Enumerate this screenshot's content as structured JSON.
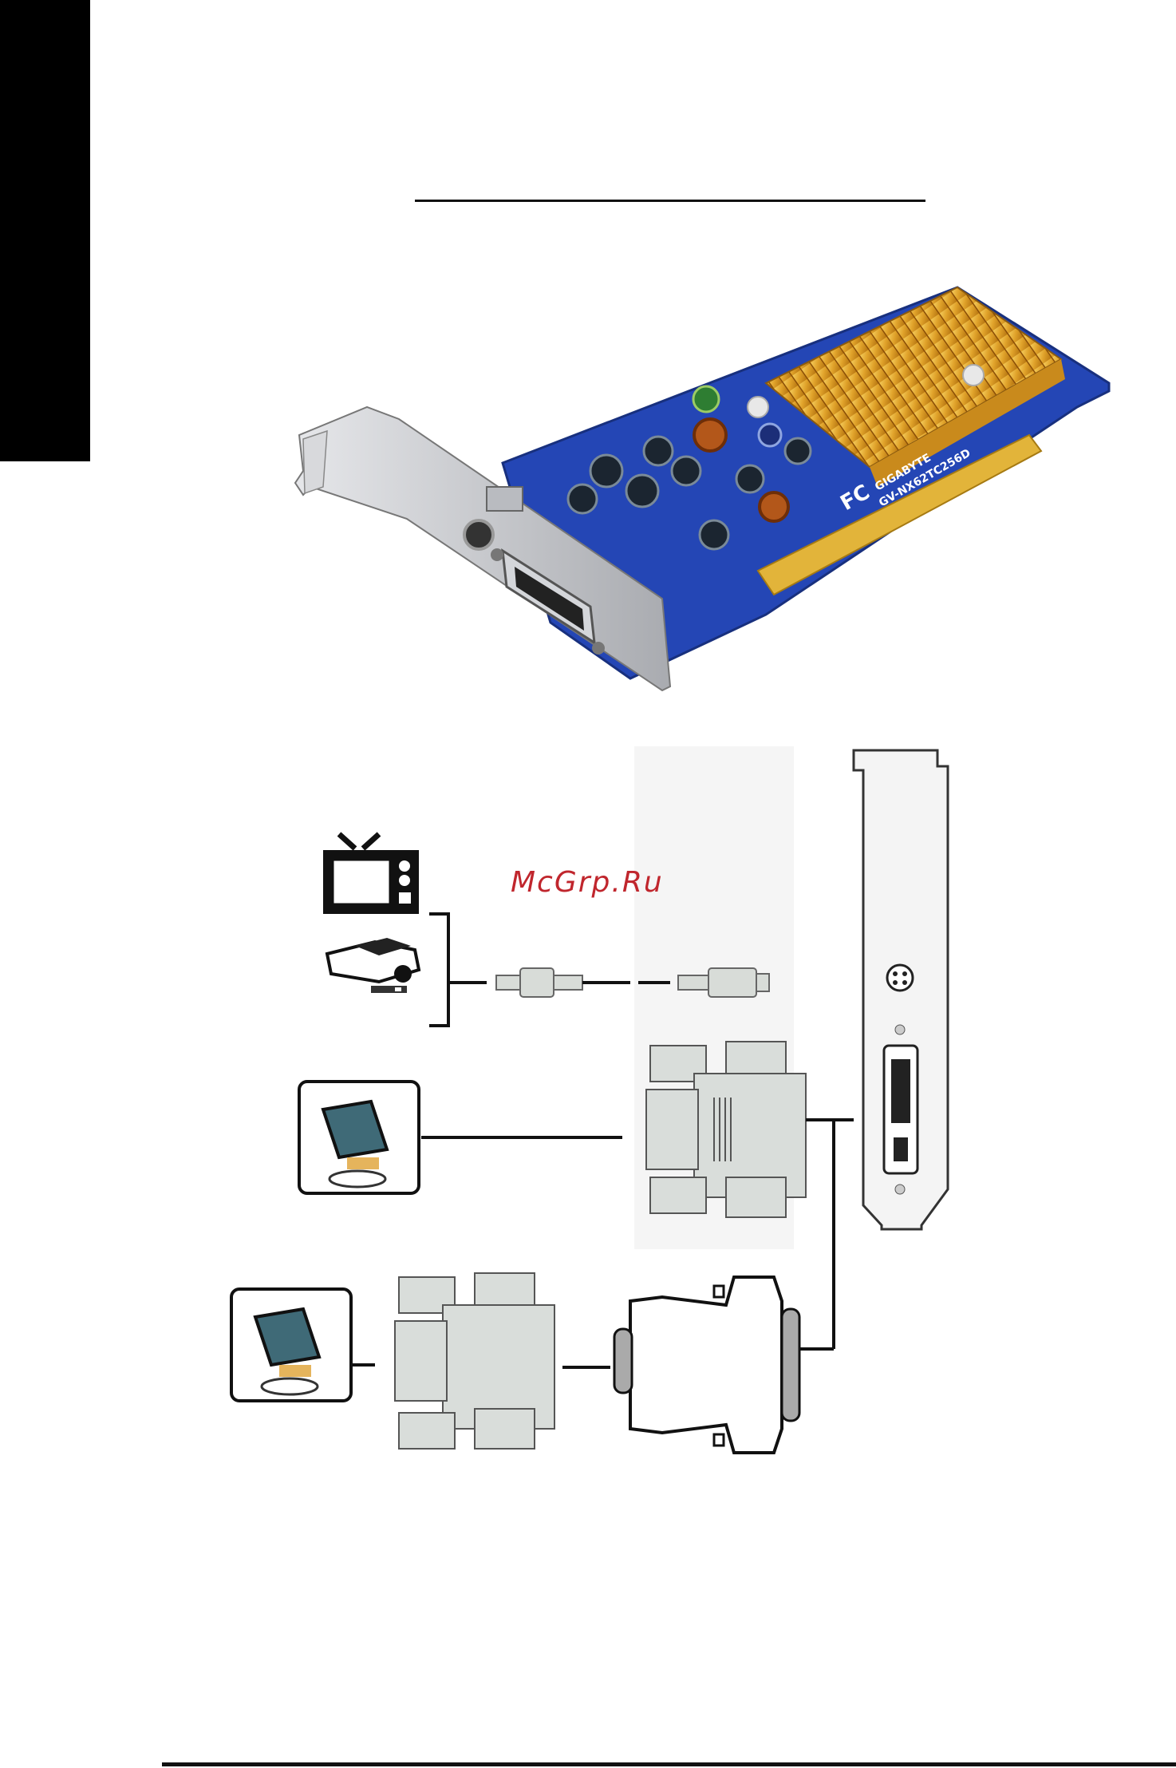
{
  "watermark": {
    "text": "McGrp.Ru"
  },
  "card": {
    "brand": "GIGABYTE",
    "model": "GV-NX62TC256D"
  },
  "colors": {
    "side_tab": "#000000",
    "pcb": "#2446b5",
    "heatsink": "#e2a830",
    "bracket": "#c7c8cc",
    "watermark": "#c0262d"
  },
  "icons": [
    "tv-icon",
    "projector-icon",
    "monitor-icon",
    "svideo-cable-icon",
    "dvi-connector-icon",
    "dvi-to-vga-adapter-icon",
    "vga-connector-icon"
  ]
}
